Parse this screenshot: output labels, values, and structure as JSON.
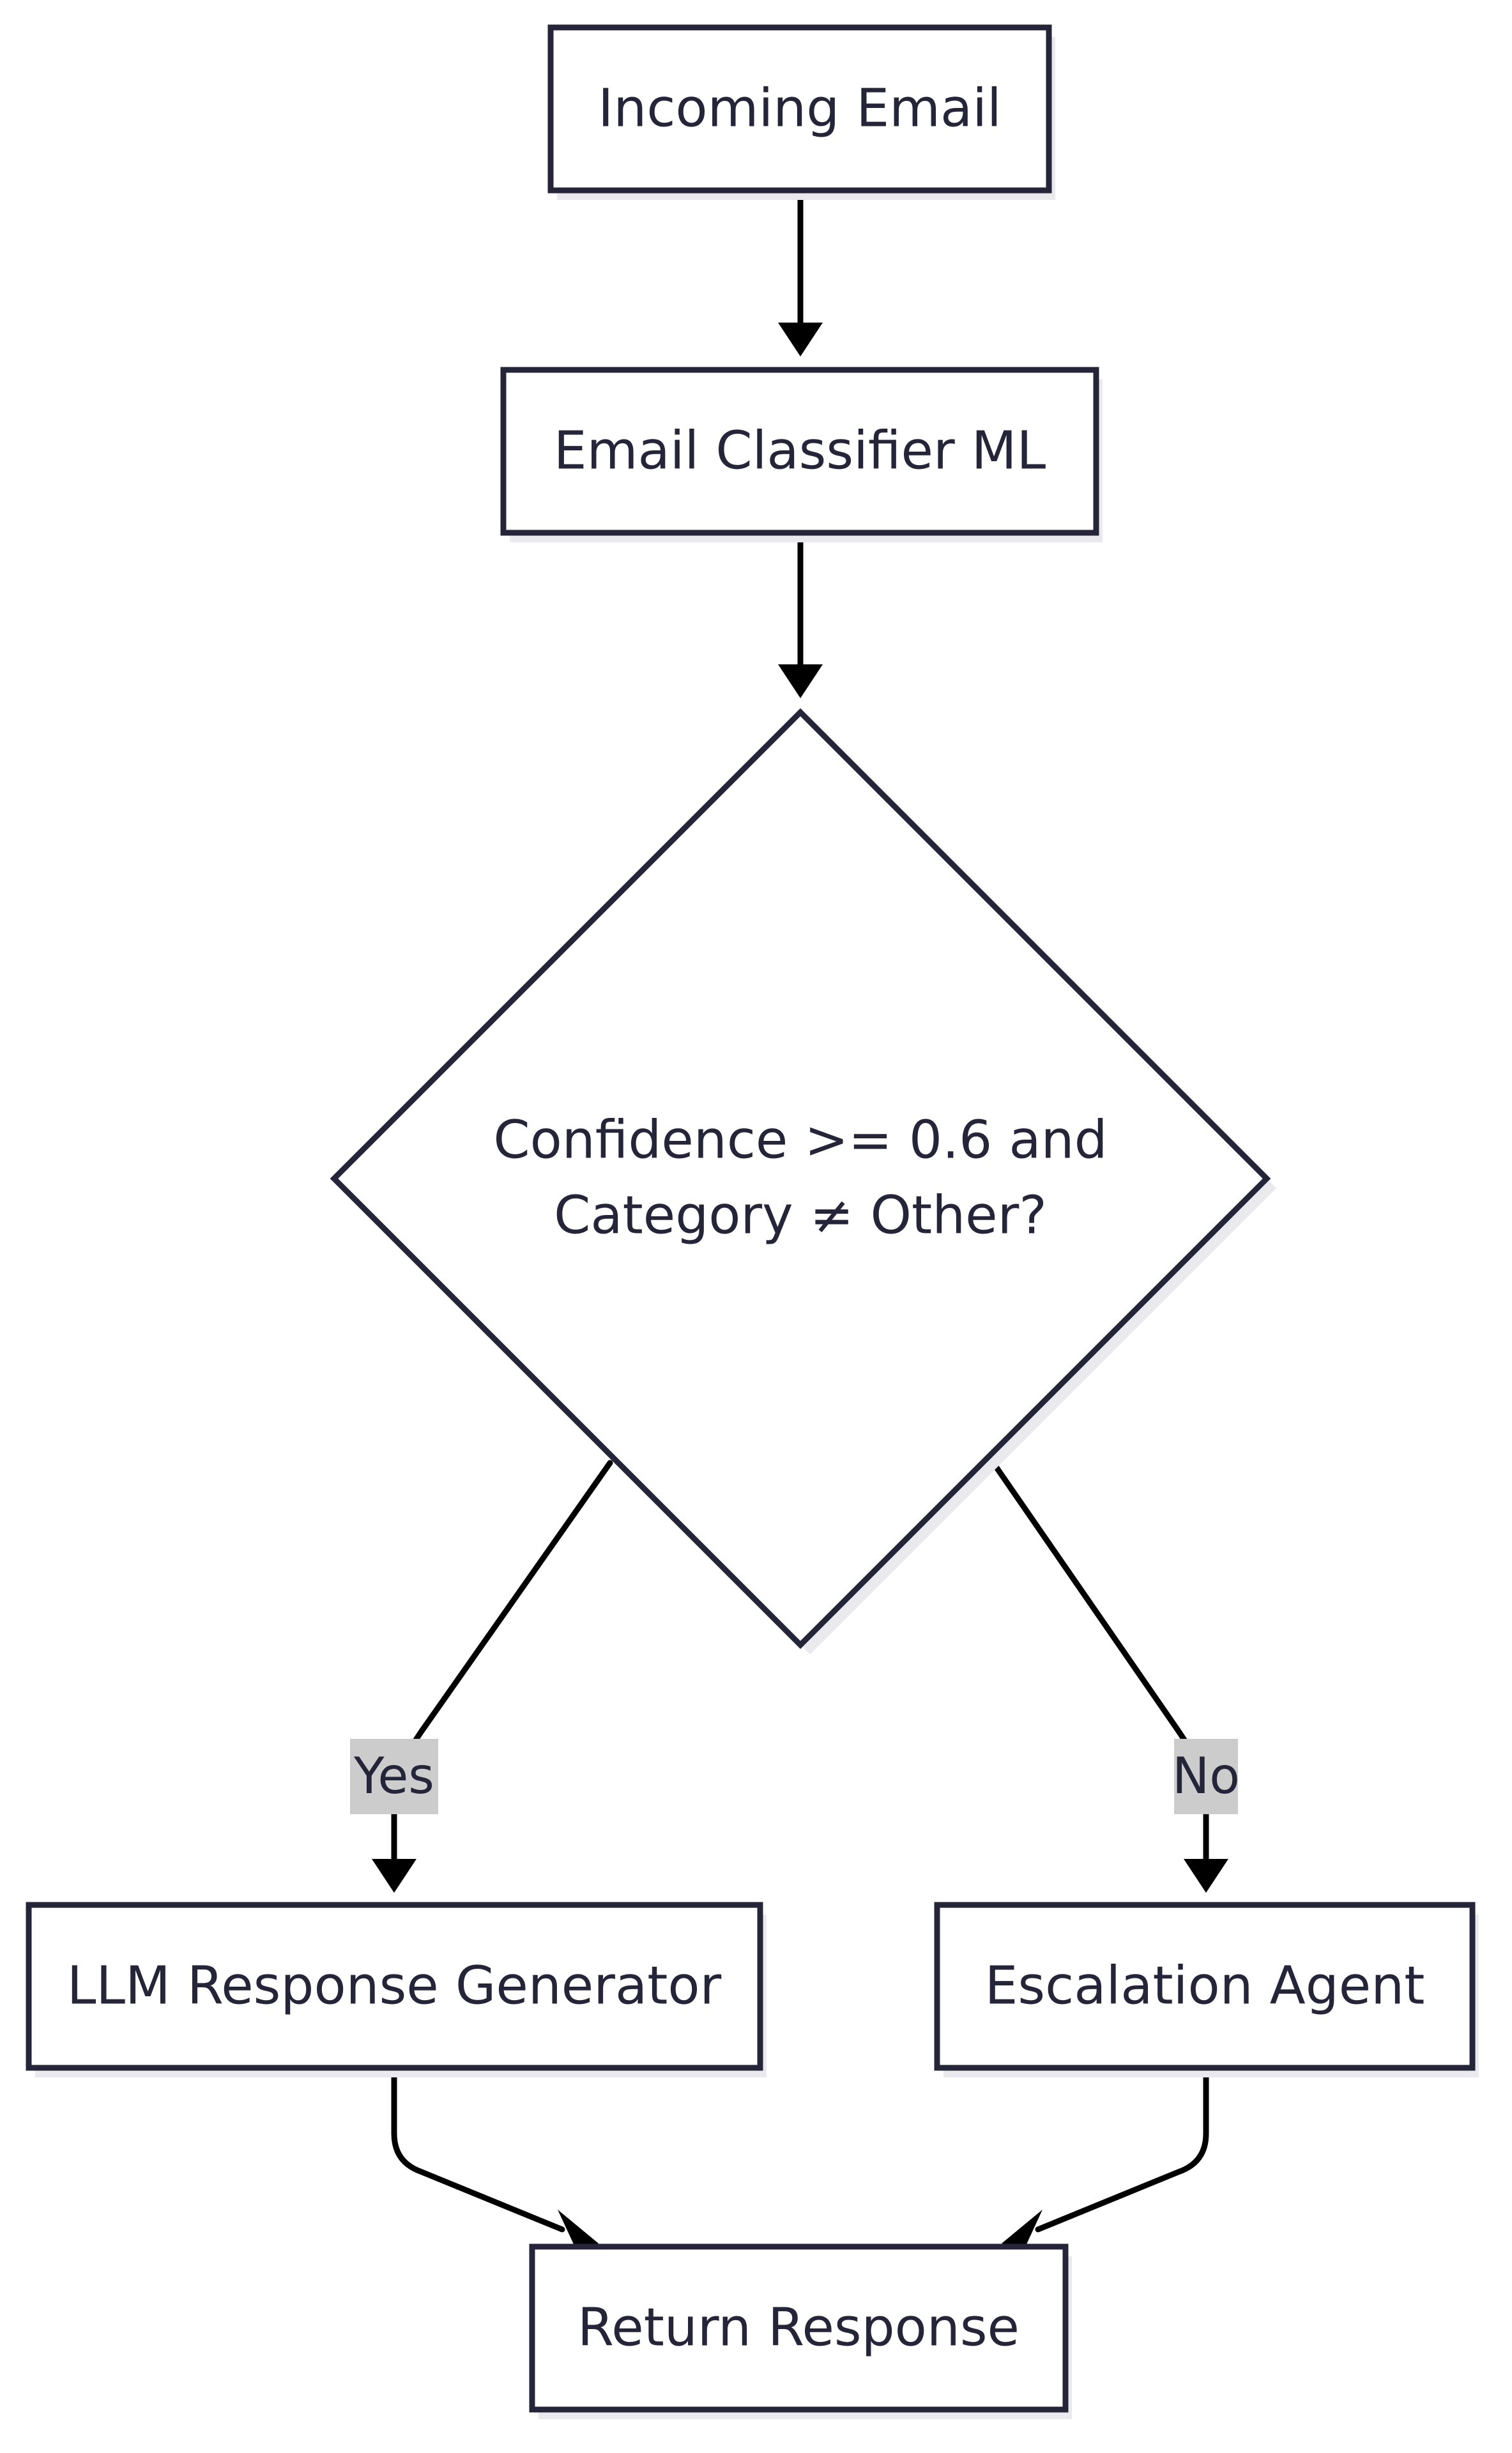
{
  "nodes": {
    "incoming_email": "Incoming Email",
    "classifier": "Email Classifier ML",
    "decision_line1": "Confidence >= 0.6 and",
    "decision_line2": "Category ≠ Other?",
    "llm_generator": "LLM Response Generator",
    "escalation": "Escalation Agent",
    "return_response": "Return Response"
  },
  "edges": {
    "yes_label": "Yes",
    "no_label": "No"
  },
  "colors": {
    "node_border": "#25253a",
    "node_fill": "#ffffff",
    "shadow": "#e9e9ee",
    "edge": "#000000",
    "edge_label_bg": "#cccccc"
  }
}
